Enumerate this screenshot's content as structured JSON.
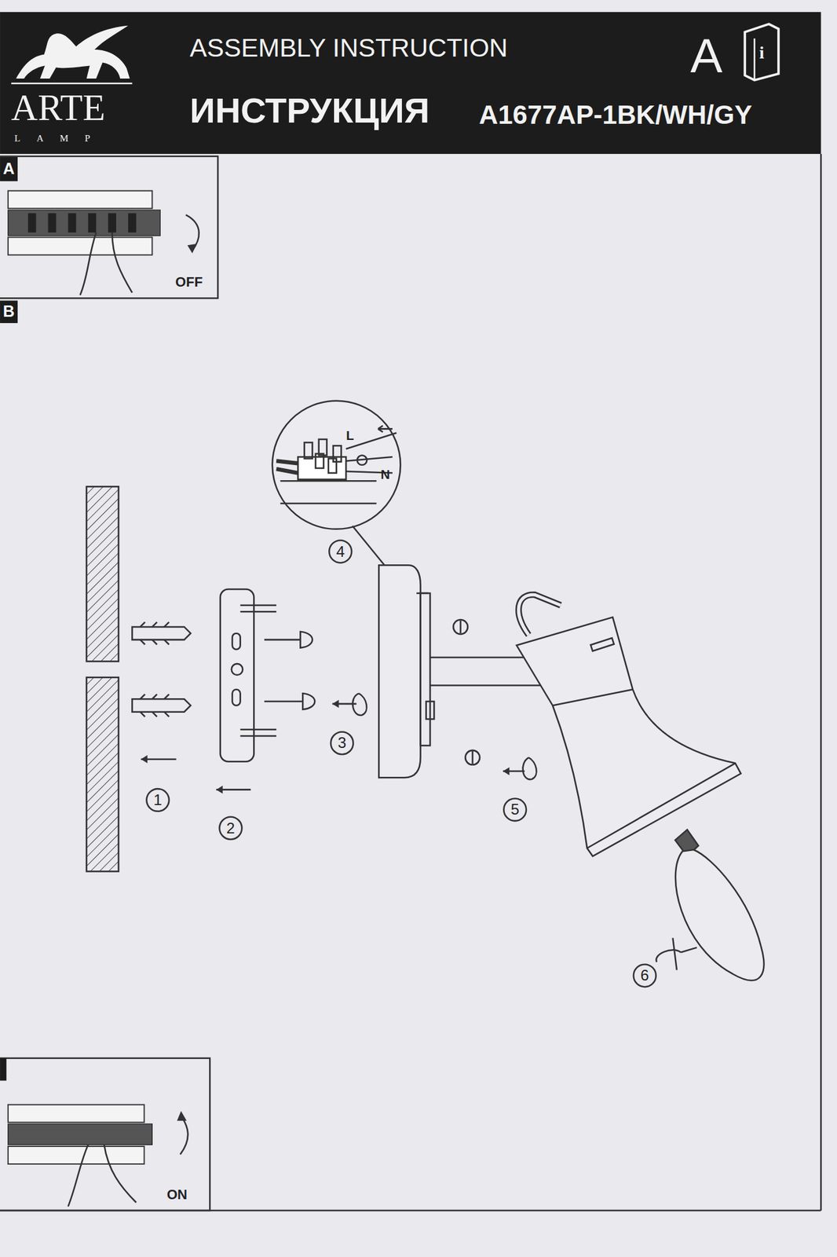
{
  "diagram": {
    "title": "ASSEMBLY INSTRUCTION",
    "labels": [
      "ARTE",
      "LAMP",
      "ИНСТРУКЦИЯ",
      "A1677AP-1BK/WH/GY",
      "A",
      "i",
      "A",
      "OFF",
      "B",
      "L",
      "N",
      "4",
      "3",
      "1",
      "2",
      "5",
      "6",
      "ON"
    ]
  }
}
